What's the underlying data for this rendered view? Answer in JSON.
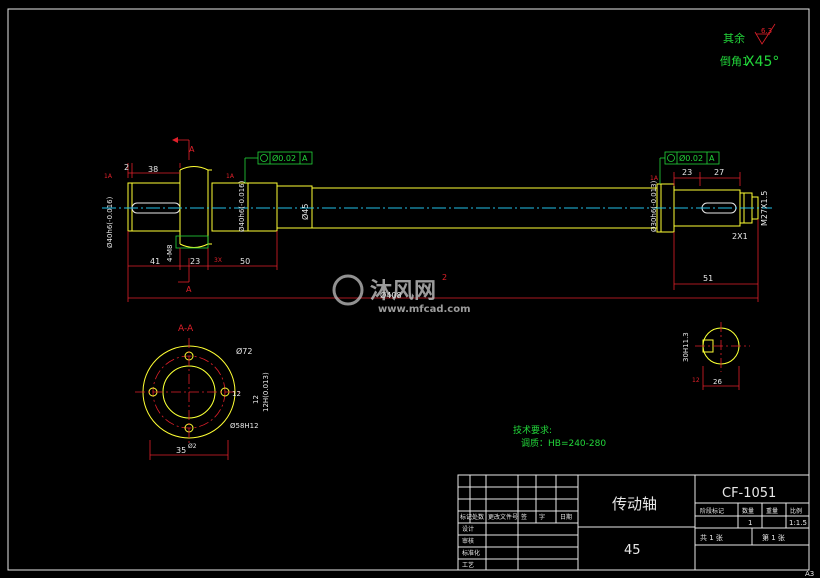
{
  "sheet": {
    "size_label": "A3"
  },
  "notes": {
    "roughness_prefix": "其余",
    "roughness_value": "6.3",
    "chamfer_prefix": "倒角1",
    "chamfer_value": "X45°"
  },
  "main_view": {
    "section_letter": "A",
    "gdt_left": {
      "value": "Ø0.02",
      "datum": "A"
    },
    "gdt_right": {
      "value": "Ø0.02",
      "datum": "A"
    },
    "dims": {
      "d2": "2",
      "d38": "38",
      "surface_label": "1A",
      "d23_right": "23",
      "d27": "27",
      "undercut": "2X1",
      "key_depth": "4-M8",
      "key_side": "3X",
      "d41": "41",
      "d23_left": "23",
      "d50": "50",
      "d51": "51",
      "overall": "Ø408",
      "overall_tol": "2"
    },
    "diameters": {
      "left_journal": "Ø40h6(-0.016)",
      "mid_journal": "Ø40h6(-0.016)",
      "body": "Ø45",
      "right_journal": "Ø30h6(-0.013)",
      "thread": "M27X1.5"
    }
  },
  "section_aa": {
    "title": "A-A",
    "dia_outer": "Ø72",
    "dia_bolt_circle": "Ø58H12",
    "hole_spec": "12",
    "key_tol": "12H(0.013)",
    "key_height": "12",
    "width": "35",
    "hole_pitch": "Ø2"
  },
  "section_key": {
    "depth": "30H11.3",
    "width": "26",
    "roughness": "12"
  },
  "watermark": {
    "name": "沐风网",
    "url": "www.mfcad.com"
  },
  "tech_req": {
    "title": "技术要求:",
    "line1": "调质：HB=240-280"
  },
  "title_block": {
    "part_name": "传动轴",
    "material": "45",
    "drawing_no": "CF-1051",
    "rev_headers": [
      "标记",
      "处数",
      "更改文件号",
      "签",
      "字",
      "日期"
    ],
    "roles": [
      "设计",
      "审核",
      "标准化",
      "工艺"
    ],
    "hdr_stage": "阶段标记",
    "hdr_qty": "数量",
    "hdr_weight": "重量",
    "hdr_scale": "比例",
    "qty": "1",
    "scale": "1:1.5",
    "sheets_total": "共 1 张",
    "sheet_no": "第 1 张"
  }
}
